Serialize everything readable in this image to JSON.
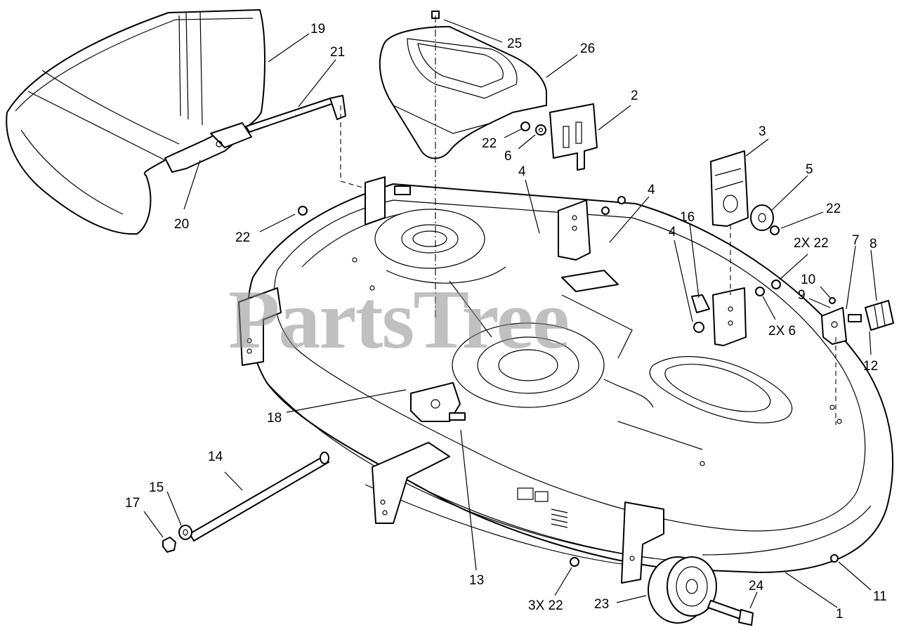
{
  "watermark": "PartsTree",
  "callouts": [
    {
      "id": "c19",
      "label": "19"
    },
    {
      "id": "c21",
      "label": "21"
    },
    {
      "id": "c20",
      "label": "20"
    },
    {
      "id": "c25",
      "label": "25"
    },
    {
      "id": "c26",
      "label": "26"
    },
    {
      "id": "c2",
      "label": "2"
    },
    {
      "id": "c22a",
      "label": "22"
    },
    {
      "id": "c6",
      "label": "6"
    },
    {
      "id": "c4a",
      "label": "4"
    },
    {
      "id": "c4b",
      "label": "4"
    },
    {
      "id": "c3",
      "label": "3"
    },
    {
      "id": "c5",
      "label": "5"
    },
    {
      "id": "c22b",
      "label": "22"
    },
    {
      "id": "c22c",
      "label": "22"
    },
    {
      "id": "c16",
      "label": "16"
    },
    {
      "id": "c4c",
      "label": "4"
    },
    {
      "id": "c2x22a",
      "label": "2X 22"
    },
    {
      "id": "c7",
      "label": "7"
    },
    {
      "id": "c8",
      "label": "8"
    },
    {
      "id": "c10",
      "label": "10"
    },
    {
      "id": "c9",
      "label": "9"
    },
    {
      "id": "c2x6",
      "label": "2X 6"
    },
    {
      "id": "c12",
      "label": "12"
    },
    {
      "id": "c18",
      "label": "18"
    },
    {
      "id": "c14",
      "label": "14"
    },
    {
      "id": "c15",
      "label": "15"
    },
    {
      "id": "c17",
      "label": "17"
    },
    {
      "id": "c13",
      "label": "13"
    },
    {
      "id": "c3x22",
      "label": "3X 22"
    },
    {
      "id": "c23",
      "label": "23"
    },
    {
      "id": "c24",
      "label": "24"
    },
    {
      "id": "c11",
      "label": "11"
    },
    {
      "id": "c1",
      "label": "1"
    }
  ]
}
